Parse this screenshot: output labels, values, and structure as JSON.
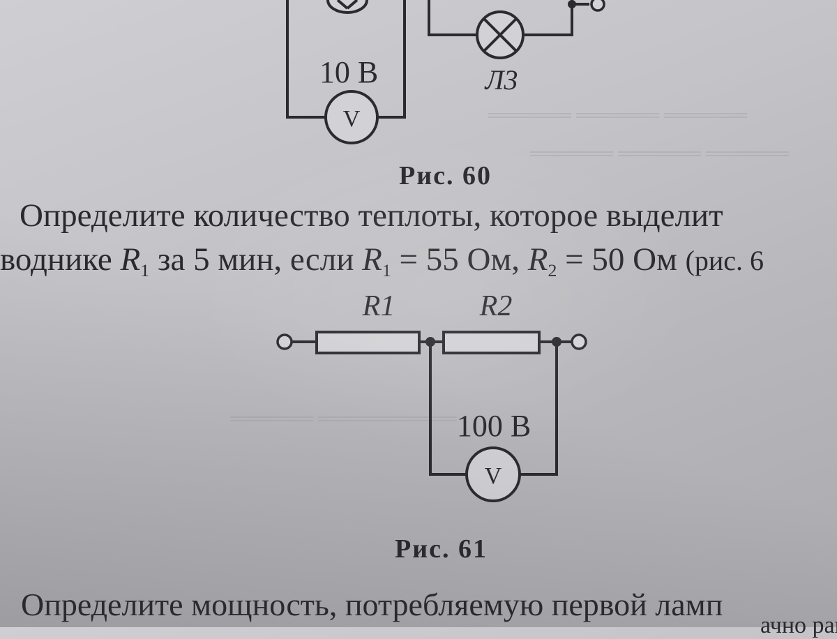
{
  "figure60": {
    "voltmeter_reading": "10 В",
    "voltmeter_symbol": "V",
    "lamp_label": "Л3",
    "caption": "Рис. 60"
  },
  "problem": {
    "line1": "Определите количество теплоты, которое выделит",
    "line2_part1": "воднике",
    "r_symbol": "R",
    "sub1": "1",
    "sub2": "2",
    "line2_part2": "за 5 мин, если",
    "r1_value": "= 55 Ом,",
    "r2_value": "= 50 Ом",
    "ref": "(рис. 6"
  },
  "figure61": {
    "r1_label": "R1",
    "r2_label": "R2",
    "voltmeter_reading": "100 В",
    "voltmeter_symbol": "V",
    "caption": "Рис. 61"
  },
  "next_problem": {
    "line1": "Определите мощность, потребляемую первой ламп",
    "line2_fragment": "ачно рав"
  }
}
